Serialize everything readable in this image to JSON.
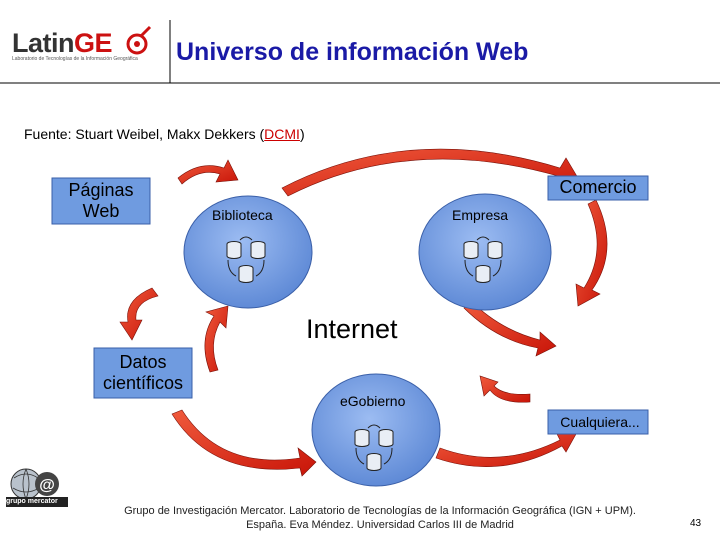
{
  "header": {
    "logo_part1": "Latin",
    "logo_part2": "GE",
    "logo_subtitle": "Laboratorio de Tecnologías de la Información Geográfica",
    "title": "Universo de información Web"
  },
  "source": {
    "prefix": "Fuente: Stuart Weibel, Makx Dekkers (",
    "link": "DCMI",
    "suffix": ")"
  },
  "diagram": {
    "nodes": {
      "paginas_web_line1": "Páginas",
      "paginas_web_line2": "Web",
      "comercio": "Comercio",
      "biblioteca": "Biblioteca",
      "empresa": "Empresa",
      "internet": "Internet",
      "datos_line1": "Datos",
      "datos_line2": "científicos",
      "egobierno": "eGobierno",
      "cualquiera": "Cualquiera..."
    }
  },
  "footer": {
    "line1": "Grupo de Investigación Mercator. Laboratorio de Tecnologías de la Información Geográfica (IGN + UPM).",
    "line2": "España.  Eva Méndez. Universidad Carlos III de Madrid",
    "page_number": "43",
    "group_logo_text": "grupo mercator"
  },
  "colors": {
    "title_blue": "#1a1aa6",
    "circle_blue": "#6f9be0",
    "arrow_red": "#dd2211",
    "logo_red": "#cc1111"
  }
}
